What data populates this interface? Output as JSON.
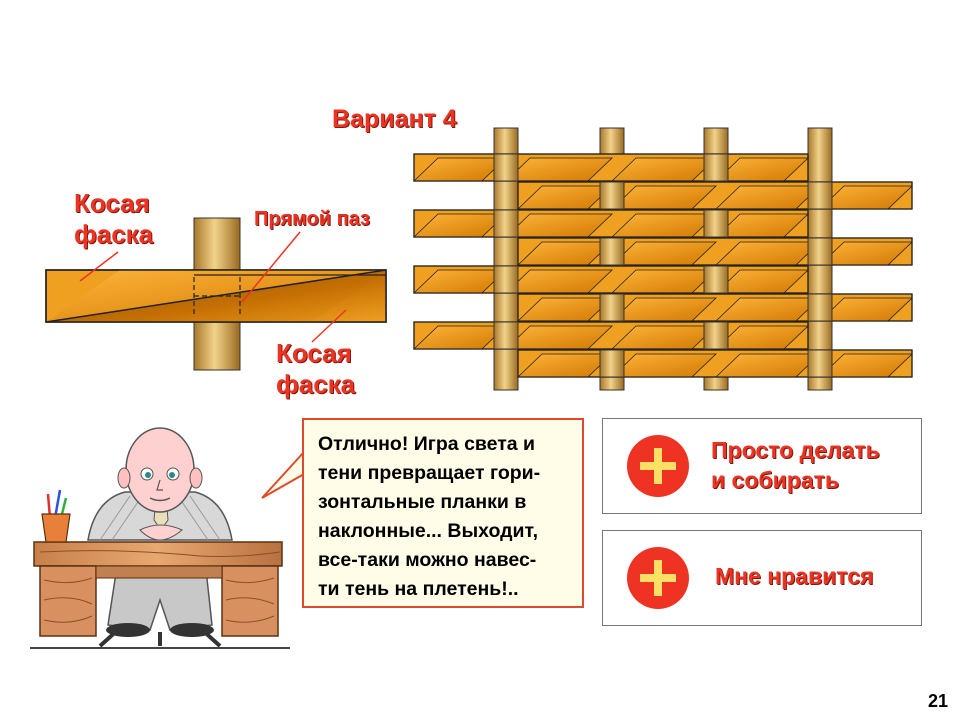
{
  "title": "Вариант 4",
  "labels": {
    "bevel_top_line1": "Косая",
    "bevel_top_line2": "фаска",
    "groove": "Прямой паз",
    "bevel_bottom_line1": "Косая",
    "bevel_bottom_line2": "фаска"
  },
  "speech": {
    "lines": [
      "Отлично! Игра света и",
      "тени превращает гори-",
      "зонтальные планки в",
      "наклонные... Выходит,",
      "все-таки можно навес-",
      "ти тень на плетень!.."
    ]
  },
  "pros": [
    {
      "icon": "plus-icon",
      "lines": [
        "Просто делать",
        "и собирать"
      ]
    },
    {
      "icon": "plus-icon",
      "lines": [
        "Мне нравится"
      ]
    }
  ],
  "page_number": "21",
  "colors": {
    "accent_red": "#ee3322",
    "wood_orange": "#f0a020",
    "post_tan": "#d4a850"
  }
}
